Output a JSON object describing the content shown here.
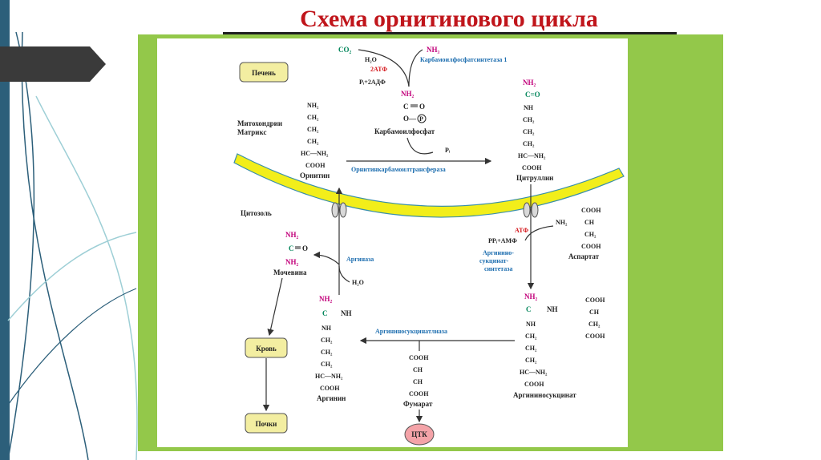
{
  "slide_title": "Схема орнитинового цикла",
  "colors": {
    "title": "#c0151b",
    "green_bg": "#93c84a",
    "membrane": "#f2ee1a",
    "ctk": "#f4a3a8",
    "box": "#f3eea1"
  },
  "boxes": {
    "liver": "Печень",
    "blood": "Кровь",
    "kidneys": "Почки",
    "ctk": "ЦТК"
  },
  "compartments": {
    "mito_line1": "Митохондрии",
    "mito_line2": "Матрикс",
    "cytosol": "Цитозоль"
  },
  "top": {
    "co2": "CO₂",
    "nh3": "NH₃",
    "h2o": "H₂O",
    "atp2": "2АТФ",
    "pi_adp": "Pᵢ+2АДФ",
    "cps1": "Карбамоилфосфатсинтетаза 1"
  },
  "carbamoyl": {
    "nh2": "NH₂",
    "c": "C",
    "o": "O",
    "p": "P",
    "name": "Карбамоилфосфат"
  },
  "ornithine": {
    "rows": [
      "NH₂",
      "CH₂",
      "CH₂",
      "CH₂",
      "HC—NH₂",
      "COOH"
    ],
    "name": "Орнитин"
  },
  "citrulline": {
    "nh2": "NH₂",
    "co": "C=O",
    "rows": [
      "NH",
      "CH₂",
      "CH₂",
      "CH₂",
      "HC—NH₂",
      "COOH"
    ],
    "name": "Цитруллин"
  },
  "otc": {
    "pi": "Pᵢ",
    "name": "Орнитинкарбамоилтрансфераза"
  },
  "aspartate": {
    "rows": [
      "COOH",
      "CH",
      "CH₂",
      "COOH"
    ],
    "nh2": "NH₂",
    "name": "Аспартат"
  },
  "ass": {
    "atp": "АТФ",
    "ppi": "PPᵢ+АМФ",
    "line1": "Аргинино-",
    "line2": "сукцинат-",
    "line3": "синтетаза"
  },
  "argininosuccinate": {
    "nh2": "NH₂",
    "c": "C",
    "nh": "NH",
    "rows": [
      "NH",
      "CH₂",
      "CH₂",
      "CH₂",
      "HC—NH₂",
      "COOH"
    ],
    "side": [
      "COOH",
      "CH",
      "CH₂",
      "COOH"
    ],
    "name": "Аргининосукцинат"
  },
  "asl": "Аргининосукцинатлиаза",
  "fumarate": {
    "rows": [
      "COOH",
      "CH",
      "CH",
      "COOH"
    ],
    "name": "Фумарат"
  },
  "arginine": {
    "nh2": "NH₂",
    "c": "C",
    "nh": "NH",
    "rows": [
      "NH",
      "CH₂",
      "CH₂",
      "CH₂",
      "HC—NH₂",
      "COOH"
    ],
    "name": "Аргинин"
  },
  "arginase": {
    "name": "Аргиназа",
    "h2o": "H₂O"
  },
  "urea": {
    "nh2": "NH₂",
    "c": "C",
    "o": "O",
    "nh2b": "NH₂",
    "name": "Мочевина"
  }
}
